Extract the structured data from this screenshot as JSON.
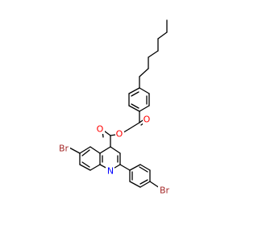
{
  "molecule": {
    "atoms": {
      "o_carbonyl_ester": "O",
      "o_ether_ester": "O",
      "o_ketone": "O",
      "n_quinoline": "N",
      "br_quinoline": "Br",
      "br_phenyl": "Br"
    }
  },
  "colors": {
    "bond": "#000000",
    "oxygen": "#ff0000",
    "nitrogen": "#0000ff",
    "bromine": "#a52a2a",
    "background": "#ffffff"
  }
}
